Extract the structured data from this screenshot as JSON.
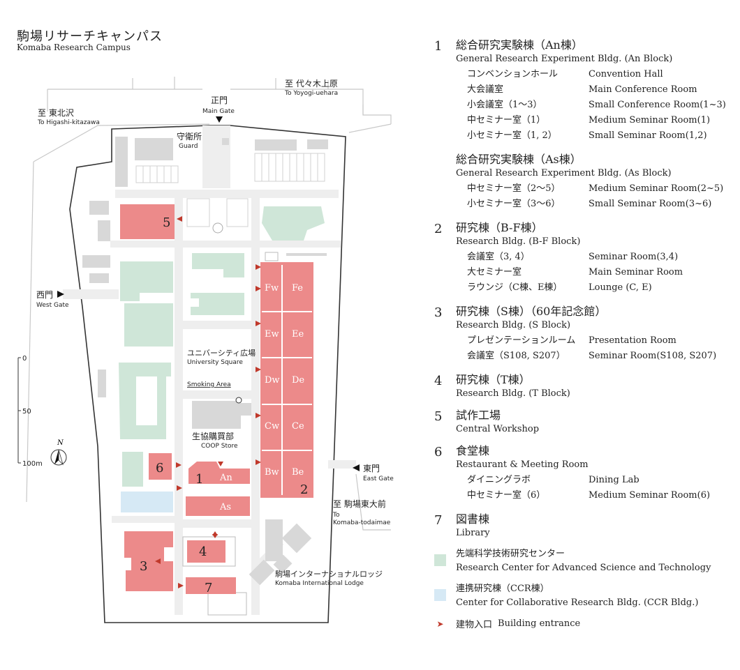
{
  "title": {
    "jp": "駒場リサーチキャンパス",
    "en": "Komaba Research Campus"
  },
  "map_labels": {
    "main_gate": {
      "jp": "正門",
      "en": "Main Gate"
    },
    "guard": {
      "jp": "守衛所",
      "en": "Guard"
    },
    "yoyogi": {
      "jp": "至 代々木上原",
      "en": "To Yoyogi-uehara"
    },
    "higashi": {
      "jp": "至 東北沢",
      "en": "To Higashi-kitazawa"
    },
    "west_gate": {
      "jp": "西門",
      "en": "West Gate"
    },
    "east_gate": {
      "jp": "東門",
      "en": "East Gate"
    },
    "komaba_todaimae": {
      "jp": "至 駒場東大前",
      "en1": "To",
      "en2": "Komaba-todaimae"
    },
    "univ_square": {
      "jp": "ユニバーシティ広場",
      "en": "University Square"
    },
    "smoking": "Smoking Area",
    "coop": {
      "jp": "生協購買部",
      "en": "COOP Store"
    },
    "lodge": {
      "jp": "駒場インターナショナルロッジ",
      "en": "Komaba International Lodge"
    },
    "scale": {
      "s0": "0",
      "s50": "50",
      "s100": "100m"
    },
    "north": "N",
    "b_labels": {
      "n1": "1",
      "n2": "2",
      "n3": "3",
      "n4": "4",
      "n5": "5",
      "n6": "6",
      "n7": "7",
      "an": "An",
      "as": "As",
      "fw": "Fw",
      "fe": "Fe",
      "ew": "Ew",
      "ee": "Ee",
      "dw": "Dw",
      "de": "De",
      "cw": "Cw",
      "ce": "Ce",
      "bw": "Bw",
      "be": "Be"
    }
  },
  "legend": {
    "b1": {
      "num": "1",
      "jp": "総合研究実験棟（An棟）",
      "en": "General Research Experiment Bldg. (An Block)",
      "rooms": [
        {
          "jp": "コンベンションホール",
          "en": "Convention Hall"
        },
        {
          "jp": "大会議室",
          "en": "Main Conference Room"
        },
        {
          "jp": "小会議室（1〜3）",
          "en": "Small Conference Room(1~3)"
        },
        {
          "jp": "中セミナー室（1）",
          "en": "Medium Seminar Room(1)"
        },
        {
          "jp": "小セミナー室（1, 2）",
          "en": "Small Seminar Room(1,2)"
        }
      ]
    },
    "b1s": {
      "jp": "総合研究実験棟（As棟）",
      "en": "General Research Experiment Bldg. (As Block)",
      "rooms": [
        {
          "jp": "中セミナー室（2〜5）",
          "en": "Medium Seminar Room(2~5)"
        },
        {
          "jp": "小セミナー室（3〜6）",
          "en": "Small Seminar Room(3~6)"
        }
      ]
    },
    "b2": {
      "num": "2",
      "jp": "研究棟（B-F棟）",
      "en": "Research Bldg. (B-F Block)",
      "rooms": [
        {
          "jp": "会議室（3, 4）",
          "en": "Seminar Room(3,4)"
        },
        {
          "jp": "大セミナー室",
          "en": "Main Seminar Room"
        },
        {
          "jp": "ラウンジ（C棟、E棟）",
          "en": "Lounge (C, E)"
        }
      ]
    },
    "b3": {
      "num": "3",
      "jp": "研究棟（S棟）（60年記念館）",
      "en": "Research Bldg. (S Block)",
      "rooms": [
        {
          "jp": "プレゼンテーションルーム",
          "en": "Presentation Room"
        },
        {
          "jp": "会議室（S108, S207）",
          "en": "Seminar Room(S108, S207)"
        }
      ]
    },
    "b4": {
      "num": "4",
      "jp": "研究棟（T棟）",
      "en": "Research Bldg. (T Block)"
    },
    "b5": {
      "num": "5",
      "jp": "試作工場",
      "en": "Central Workshop"
    },
    "b6": {
      "num": "6",
      "jp": "食堂棟",
      "en": "Restaurant & Meeting Room",
      "rooms": [
        {
          "jp": "ダイニングラボ",
          "en": "Dining Lab"
        },
        {
          "jp": "中セミナー室（6）",
          "en": "Medium Seminar Room(6)"
        }
      ]
    },
    "b7": {
      "num": "7",
      "jp": "図書棟",
      "en": "Library"
    },
    "rcast": {
      "jp": "先端科学技術研究センター",
      "en": "Research Center for Advanced Science and Technology"
    },
    "ccr": {
      "jp": "連携研究棟（CCR棟）",
      "en": "Center for Collaborative Research Bldg. (CCR Bldg.)"
    },
    "entrance": {
      "jp": "建物入口",
      "en": "Building entrance"
    }
  },
  "colors": {
    "red": "#ec8a8a",
    "green": "#cfe6d8",
    "blue": "#d6e9f5",
    "gray": "#d5d5d5",
    "road": "#eeeeee",
    "arrow": "#c0392b"
  }
}
